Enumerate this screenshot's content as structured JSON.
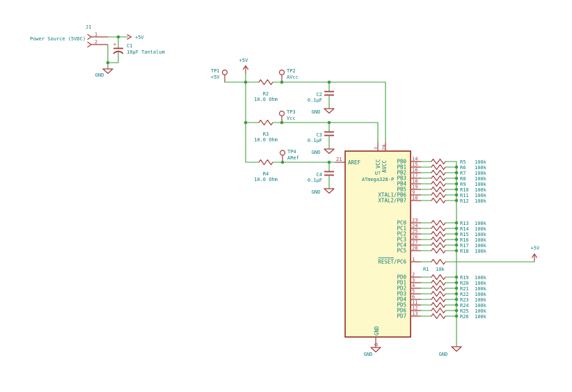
{
  "colors": {
    "wire": "#3f9c3f",
    "symbol": "#a63c3c",
    "label": "#0e7c7c",
    "ic_fill": "#fdf9c8",
    "ic_border": "#8c1b1b",
    "background": "#ffffff"
  },
  "rails": {
    "plus5v": "+5V",
    "gnd": "GND"
  },
  "power_source": {
    "ref": "J1",
    "description": "Power Source (5VDC)",
    "pin1": "1",
    "pin2": "2",
    "plus": "+",
    "cap_ref": "C1",
    "cap_value": "10µF Tantalum"
  },
  "test_points": [
    {
      "ref": "TP1",
      "net": "+5V"
    },
    {
      "ref": "TP2",
      "net": "AVcc"
    },
    {
      "ref": "TP3",
      "net": "Vcc"
    },
    {
      "ref": "TP4",
      "net": "ARef"
    }
  ],
  "series_resistors": [
    {
      "ref": "R2",
      "value": "10.0 Ohm"
    },
    {
      "ref": "R3",
      "value": "10.0 Ohm"
    },
    {
      "ref": "R4",
      "value": "10.0 Ohm"
    }
  ],
  "bypass_caps": [
    {
      "ref": "C2",
      "value": "0.1µF"
    },
    {
      "ref": "C3",
      "value": "0.1µF"
    },
    {
      "ref": "C4",
      "value": "0.1µF"
    }
  ],
  "ic": {
    "ref": "U?",
    "value": "ATmega328-P",
    "left_pin": {
      "name": "AREF",
      "number": "21"
    },
    "top_pins": [
      {
        "name": "VCC",
        "number": "7"
      },
      {
        "name": "AVCC",
        "number": "20"
      }
    ],
    "bottom_pin": {
      "name": "GND",
      "number": "8"
    },
    "right_pins": [
      {
        "name": "PB0",
        "number": "14",
        "res": "R5",
        "val": "100k"
      },
      {
        "name": "PB1",
        "number": "15",
        "res": "R6",
        "val": "100k"
      },
      {
        "name": "PB2",
        "number": "16",
        "res": "R7",
        "val": "100k"
      },
      {
        "name": "PB3",
        "number": "17",
        "res": "R8",
        "val": "100k"
      },
      {
        "name": "PB4",
        "number": "18",
        "res": "R9",
        "val": "100k"
      },
      {
        "name": "PB5",
        "number": "19",
        "res": "R10",
        "val": "100k"
      },
      {
        "name": "XTAL1/PB6",
        "number": "9",
        "res": "R11",
        "val": "100k"
      },
      {
        "name": "XTAL2/PB7",
        "number": "10",
        "res": "R12",
        "val": "100k"
      },
      {
        "name": "PC0",
        "number": "23",
        "res": "R13",
        "val": "100k"
      },
      {
        "name": "PC1",
        "number": "24",
        "res": "R14",
        "val": "100k"
      },
      {
        "name": "PC2",
        "number": "25",
        "res": "R15",
        "val": "100k"
      },
      {
        "name": "PC3",
        "number": "26",
        "res": "R16",
        "val": "100k"
      },
      {
        "name": "PC4",
        "number": "27",
        "res": "R17",
        "val": "100k"
      },
      {
        "name": "PC5",
        "number": "28",
        "res": "R18",
        "val": "100k"
      },
      {
        "name": "RESET/PC6",
        "number": "1",
        "overline": "RESET",
        "to_plus5v": true
      },
      {
        "name": "PD0",
        "number": "2",
        "res": "R19",
        "val": "100k"
      },
      {
        "name": "PD1",
        "number": "3",
        "res": "R20",
        "val": "100k"
      },
      {
        "name": "PD2",
        "number": "4",
        "res": "R21",
        "val": "100k"
      },
      {
        "name": "PD3",
        "number": "5",
        "res": "R22",
        "val": "100k"
      },
      {
        "name": "PD4",
        "number": "6",
        "res": "R23",
        "val": "100k"
      },
      {
        "name": "PD5",
        "number": "11",
        "res": "R24",
        "val": "100k"
      },
      {
        "name": "PD6",
        "number": "12",
        "res": "R25",
        "val": "100k"
      },
      {
        "name": "PD7",
        "number": "13",
        "res": "R26",
        "val": "100k"
      }
    ]
  },
  "reset_pullup": {
    "ref": "R1",
    "value": "10k"
  }
}
